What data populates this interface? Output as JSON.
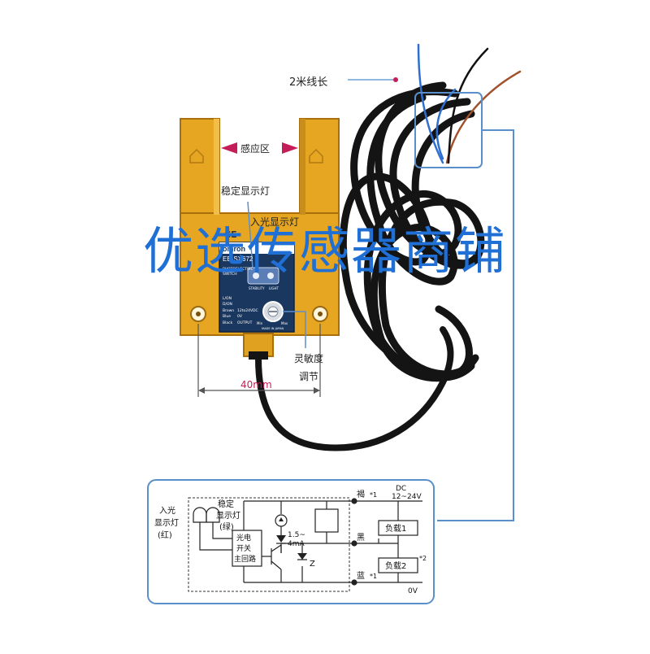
{
  "colors": {
    "sensor_body": "#e7a622",
    "sensor_edge": "#a86f0a",
    "cable": "#141414",
    "accent_arrow": "#c41d5a",
    "callout_line": "#5b8fc9",
    "watermark": "#1f6fd4",
    "panel": "#1a3760",
    "wire_blue": "#2f6fd0",
    "wire_brown": "#a0522d",
    "wire_black": "#111111"
  },
  "labels": {
    "cable_length": "2米线长",
    "sensing_zone": "感应区",
    "stability_light": "稳定显示灯",
    "entry_light": "入光显示灯",
    "sensitivity_line1": "灵敏度",
    "sensitivity_line2": "调节",
    "dimension": "40mm",
    "watermark": "优选传感器商铺"
  },
  "panel": {
    "brand": "omron",
    "model": "EE-SX672",
    "line1": "PHOTOELECTRIC",
    "line2": "SWITCH",
    "ind_stability": "STABILITY",
    "ind_light": "LIGHT",
    "row1": "L/ON",
    "row2": "D/ON",
    "row3": "Brown",
    "row3_val": "12to24VDC",
    "row4": "Blue",
    "row4_val": "0V",
    "row5": "Black",
    "row5_val": "OUTPUT",
    "knob_min": "Min",
    "knob_max": "Max",
    "made_in": "MADE IN JAPAN",
    "ce": "CE"
  },
  "circuit": {
    "entry_light_l1": "入光",
    "entry_light_l2": "显示灯",
    "entry_light_l3": "(红)",
    "stable_l1": "稳定",
    "stable_l2": "显示灯",
    "stable_l3": "(绿)",
    "main_l1": "光电",
    "main_l2": "开关",
    "main_l3": "主回路",
    "current_l1": "1.5~",
    "current_l2": "4mA",
    "zener": "Z",
    "brown": "褐",
    "black": "黑",
    "blue": "蓝",
    "note1": "*1",
    "note1b": "*1",
    "note2": "*2",
    "dc_label": "DC",
    "voltage": "12~24V",
    "load1": "负载1",
    "load2": "负载2",
    "zero_v": "0V"
  }
}
